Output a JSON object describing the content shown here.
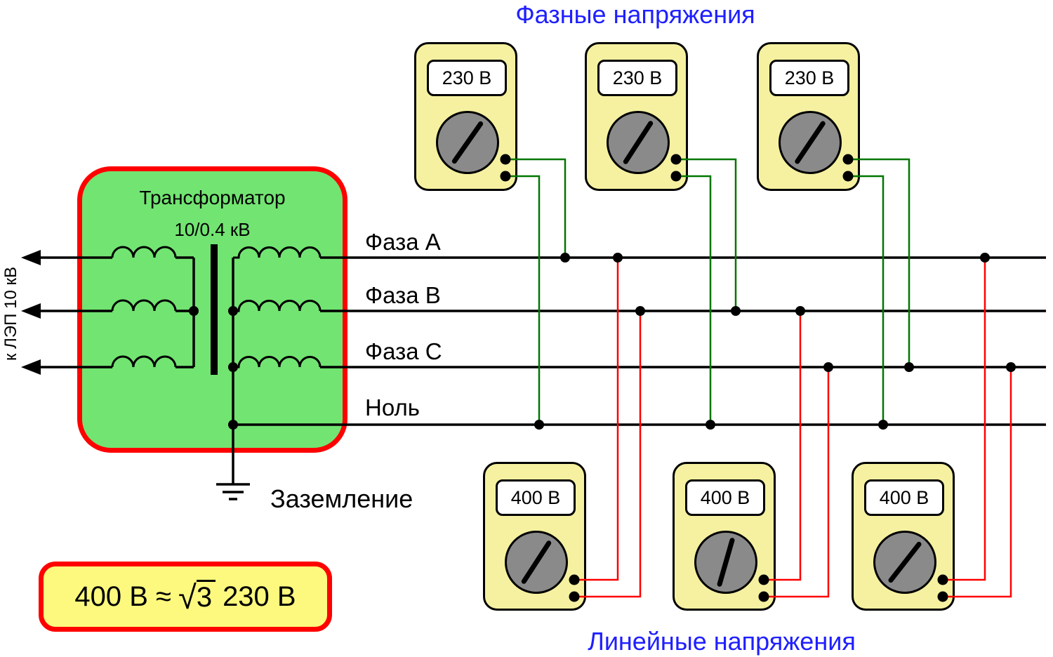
{
  "titles": {
    "phase": "Фазные напряжения",
    "line": "Линейные напряжения"
  },
  "transformer": {
    "name": "Трансформатор",
    "ratio": "10/0.4 кВ"
  },
  "grid_label": "к ЛЭП 10 кВ",
  "bus_labels": {
    "phase_a": "Фаза А",
    "phase_b": "Фаза В",
    "phase_c": "Фаза С",
    "neutral": "Ноль"
  },
  "ground_label": "Заземление",
  "meters": {
    "phase": [
      {
        "reading": "230 В"
      },
      {
        "reading": "230 В"
      },
      {
        "reading": "230 В"
      }
    ],
    "line": [
      {
        "reading": "400 В"
      },
      {
        "reading": "400 В"
      },
      {
        "reading": "400 В"
      }
    ]
  },
  "formula": {
    "prefix": "400 В ≈",
    "radicand": "3",
    "suffix": "230 В"
  },
  "colors": {
    "transformer_fill": "#72E472",
    "box_border": "#FF0000",
    "meter_fill": "#F5F1A0",
    "formula_fill": "#FCF97E",
    "dial_fill": "#8A8A8A",
    "phase_wire_green": "#007700",
    "line_wire_red": "#FF0000",
    "title_blue": "#1F1FFF"
  }
}
